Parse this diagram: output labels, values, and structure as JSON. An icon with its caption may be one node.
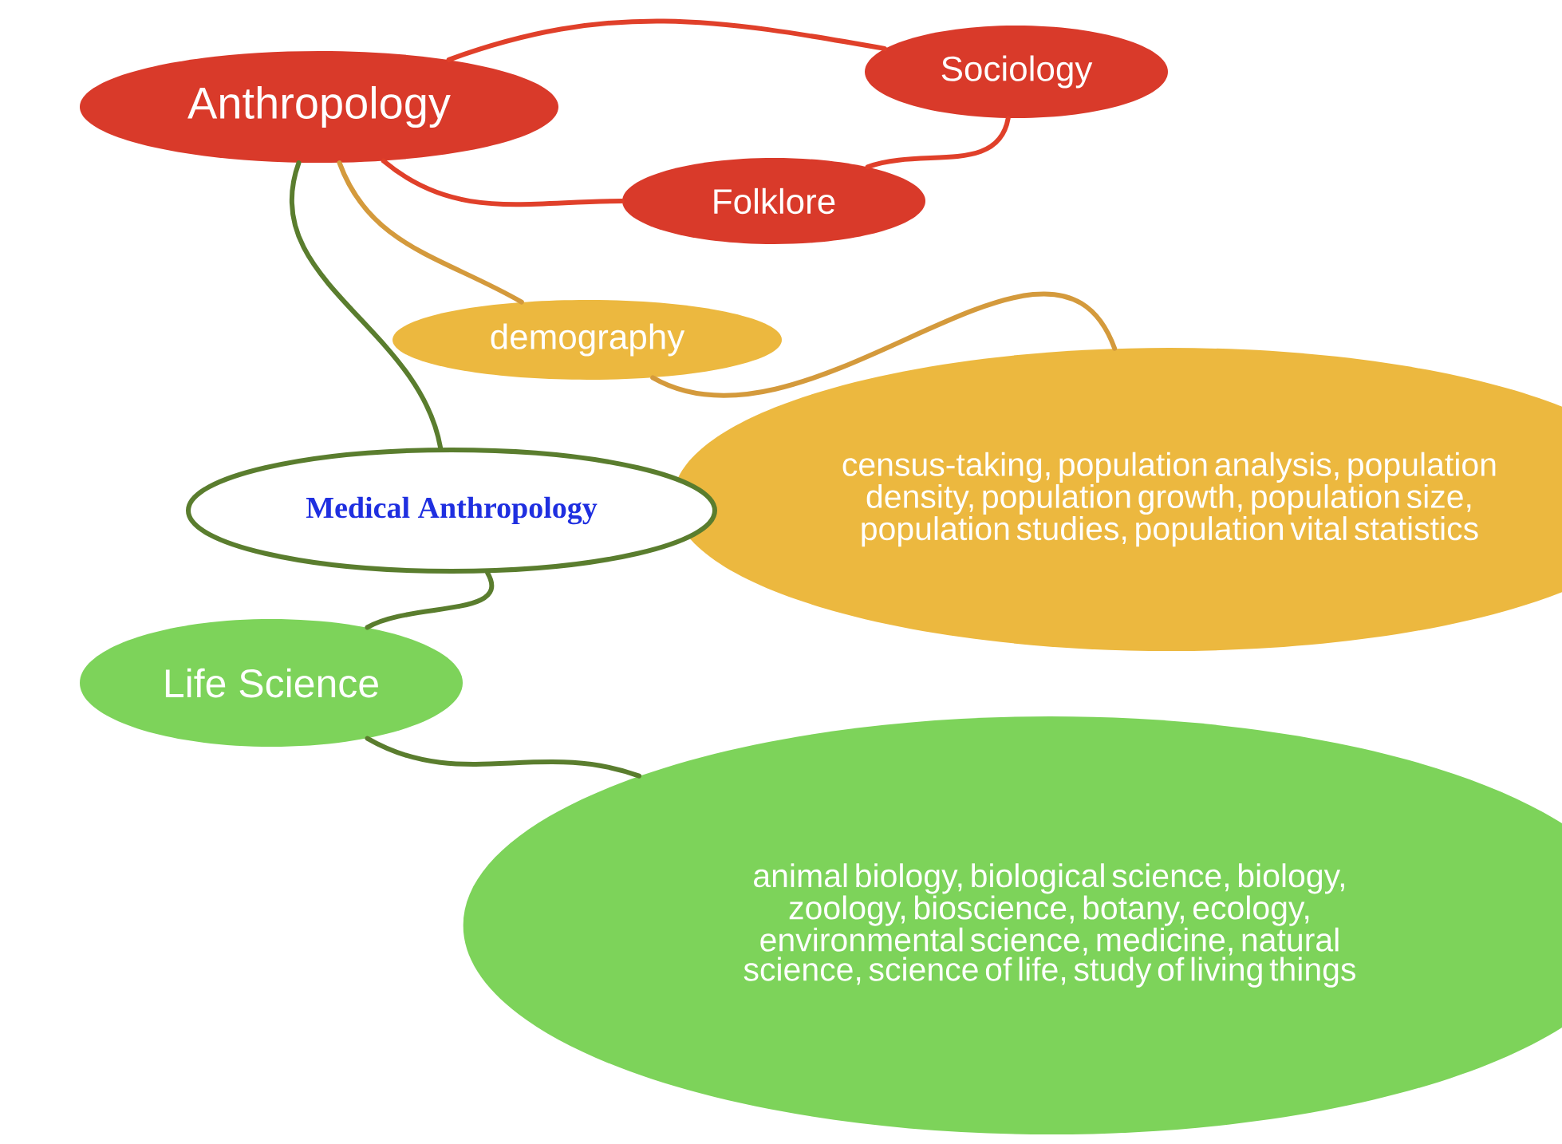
{
  "diagram": {
    "nodes": [
      {
        "text": [
          "Anthropology"
        ]
      },
      {
        "text": [
          "Sociology"
        ]
      },
      {
        "text": [
          "Folklore"
        ]
      },
      {
        "text": [
          "demography"
        ]
      },
      {
        "text": [
          "census-taking, population analysis, population density, population growth, population size, population studies, population vital statistics"
        ]
      },
      {
        "text": [
          "Medical Anthropology"
        ]
      },
      {
        "text": [
          "Life Science"
        ]
      },
      {
        "text": [
          "animal biology, biological science, biology, zoology, bioscience, botany, ecology, environmental science, medicine, natural science, science of life, study of living things"
        ]
      }
    ],
    "edges": [
      {
        "from": 0,
        "to": 1,
        "arrow": "none",
        "color": "#e0402a"
      },
      {
        "from": 0,
        "to": 2,
        "arrow": "none",
        "color": "#e0402a"
      },
      {
        "from": 2,
        "to": 1,
        "arrow": "none",
        "color": "#e0402a"
      },
      {
        "from": 0,
        "to": 3,
        "arrow": "none",
        "color": "#d49a3c"
      },
      {
        "from": 3,
        "to": 4,
        "arrow": "none",
        "color": "#d49a3c"
      },
      {
        "from": 0,
        "to": 5,
        "arrow": "none",
        "color": "#5a7d2e"
      },
      {
        "from": 5,
        "to": 6,
        "arrow": "none",
        "color": "#5a7d2e"
      },
      {
        "from": 6,
        "to": 7,
        "arrow": "none",
        "color": "#5a7d2e"
      }
    ]
  }
}
